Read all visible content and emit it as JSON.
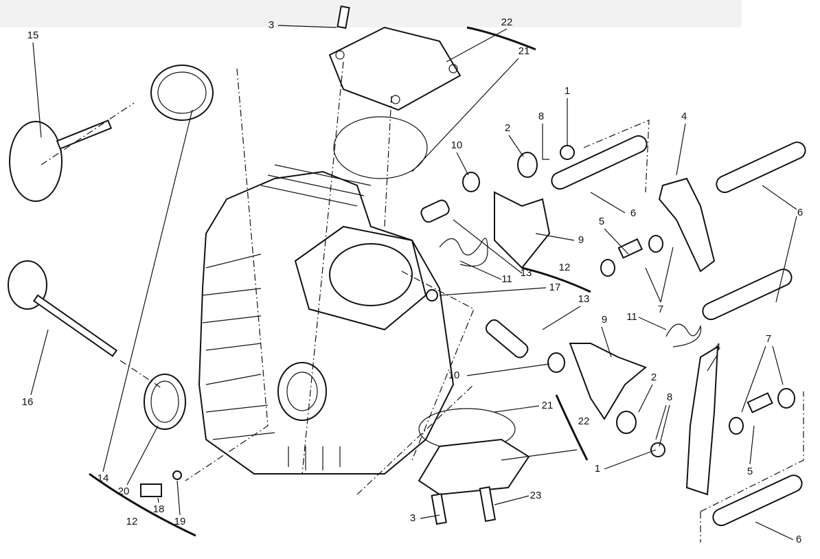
{
  "diagram": {
    "title": "Horizontal cylinder head exploded view",
    "callouts": [
      "15",
      "3",
      "22",
      "21",
      "1",
      "8",
      "2",
      "4",
      "10",
      "6",
      "6",
      "5",
      "9",
      "12",
      "13",
      "11",
      "17",
      "7",
      "13",
      "9",
      "11",
      "16",
      "4",
      "7",
      "10",
      "2",
      "8",
      "21",
      "22",
      "1",
      "5",
      "14",
      "20",
      "18",
      "19",
      "12",
      "3",
      "23",
      "6"
    ]
  }
}
